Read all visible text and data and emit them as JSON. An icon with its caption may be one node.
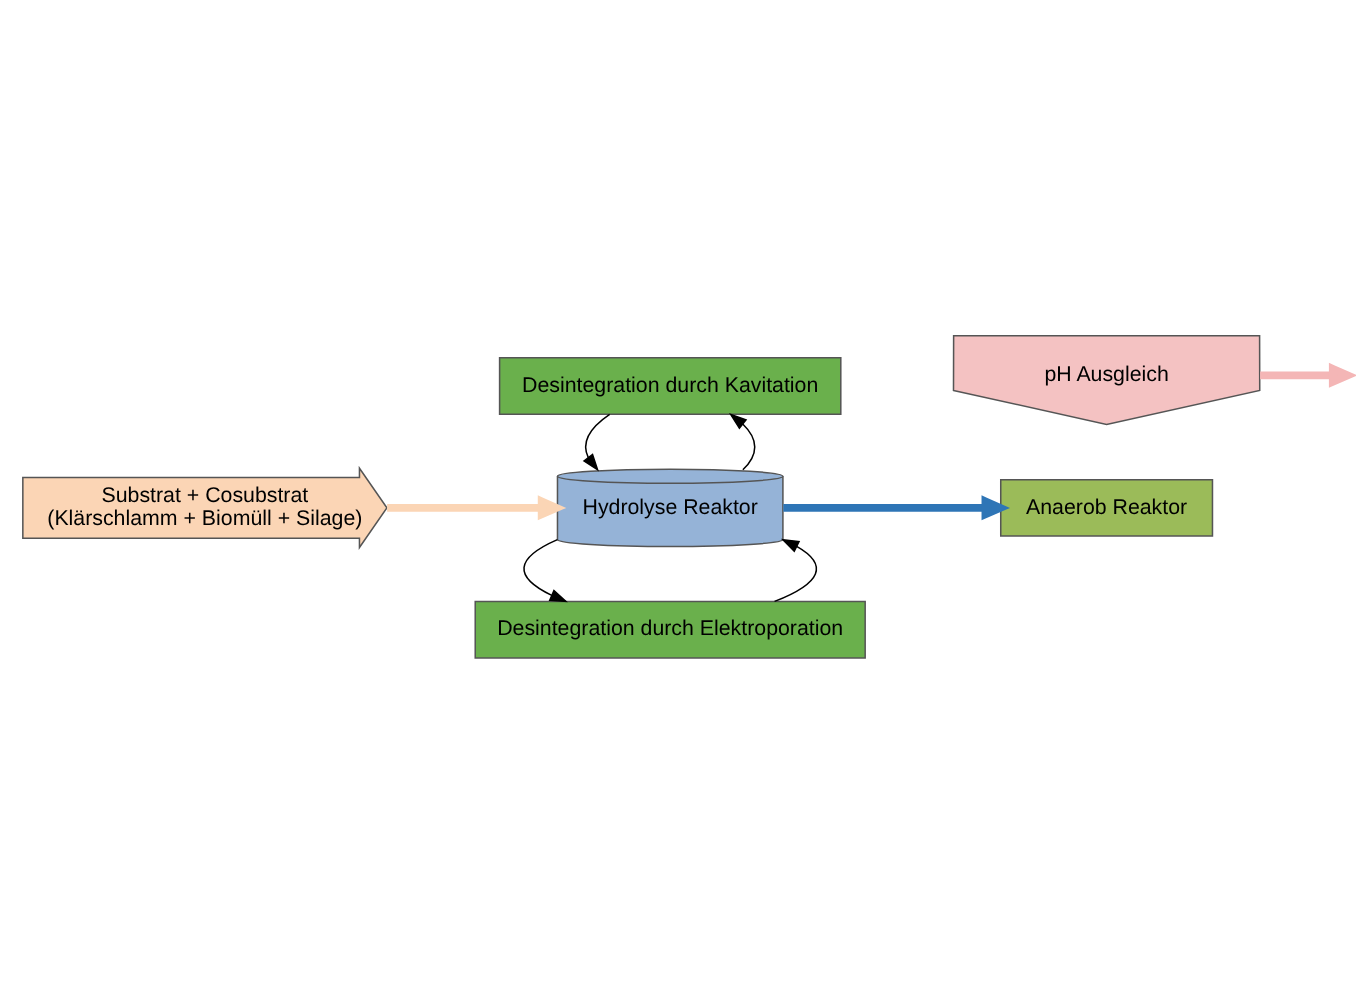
{
  "diagram": {
    "nodes": [
      {
        "text": [
          "Desintegration durch Elektroporation"
        ]
      },
      {
        "text": [
          "Substrat + Cosubstrat",
          "(Klärschlamm + Biomüll + Silage)"
        ]
      },
      {
        "text": [
          "Hydrolyse Reaktor"
        ]
      },
      {
        "text": [
          "pH Ausgleich"
        ]
      },
      {
        "text": [
          "Anaerob Reaktor"
        ]
      },
      {
        "text": [
          "Desintegration durch Kavitation"
        ]
      }
    ],
    "edges": [
      {
        "from": 0,
        "to": 2,
        "arrow": "to"
      },
      {
        "from": 2,
        "to": 0,
        "arrow": "to"
      },
      {
        "from": 1,
        "to": 2,
        "arrow": "to",
        "style": "thick",
        "color": "#fbd5b5"
      },
      {
        "from": 2,
        "to": 4,
        "arrow": "to",
        "style": "thick",
        "color": "#2e75b6"
      },
      {
        "from": 3,
        "to": null,
        "arrow": "to",
        "style": "thick",
        "color": "#f4b6b6"
      },
      {
        "from": 2,
        "to": 5,
        "arrow": "to"
      },
      {
        "from": 5,
        "to": 2,
        "arrow": "to"
      }
    ]
  }
}
